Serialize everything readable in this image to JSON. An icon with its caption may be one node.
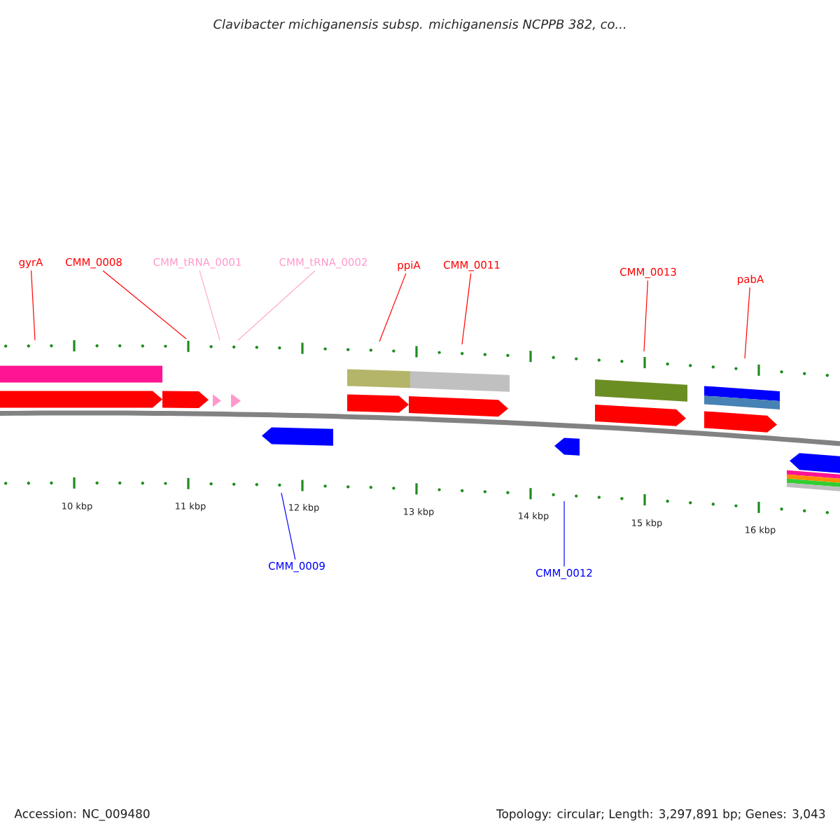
{
  "diagram": {
    "title": "Clavibacter michiganensis subsp. michiganensis NCPPB 382, co...",
    "nodes": [
      {
        "text": [
          "gyrA"
        ]
      },
      {
        "text": [
          "CMM_0008"
        ]
      },
      {
        "text": [
          "CMM_tRNA_0001"
        ]
      },
      {
        "text": [
          "CMM_tRNA_0002"
        ]
      },
      {
        "text": [
          "ppiA"
        ]
      },
      {
        "text": [
          "CMM_0011"
        ]
      },
      {
        "text": [
          "CMM_0013"
        ]
      },
      {
        "text": [
          "pabA"
        ]
      },
      {
        "text": [
          "CMM_0009"
        ]
      },
      {
        "text": [
          "CMM_0012"
        ]
      }
    ],
    "edges": [
      {
        "from": 0,
        "to": null,
        "arrow": "none"
      },
      {
        "from": 1,
        "to": null,
        "arrow": "none"
      },
      {
        "from": 2,
        "to": null,
        "arrow": "none",
        "color": "#ffaad0"
      },
      {
        "from": 3,
        "to": null,
        "arrow": "none",
        "color": "#ffaad0"
      },
      {
        "from": 4,
        "to": null,
        "arrow": "none"
      },
      {
        "from": 5,
        "to": null,
        "arrow": "none"
      },
      {
        "from": 6,
        "to": null,
        "arrow": "none"
      },
      {
        "from": 7,
        "to": null,
        "arrow": "none"
      },
      {
        "from": 8,
        "to": null,
        "arrow": "none",
        "color": "#0000ff"
      },
      {
        "from": 9,
        "to": null,
        "arrow": "none",
        "color": "#0000ff"
      }
    ],
    "labels": [
      "10 kbp",
      "11 kbp",
      "12 kbp",
      "13 kbp",
      "14 kbp",
      "15 kbp",
      "16 kbp",
      "Accession: NC_009480",
      "Topology: circular; Length: 3,297,891 bp; Genes: 3,043"
    ]
  }
}
